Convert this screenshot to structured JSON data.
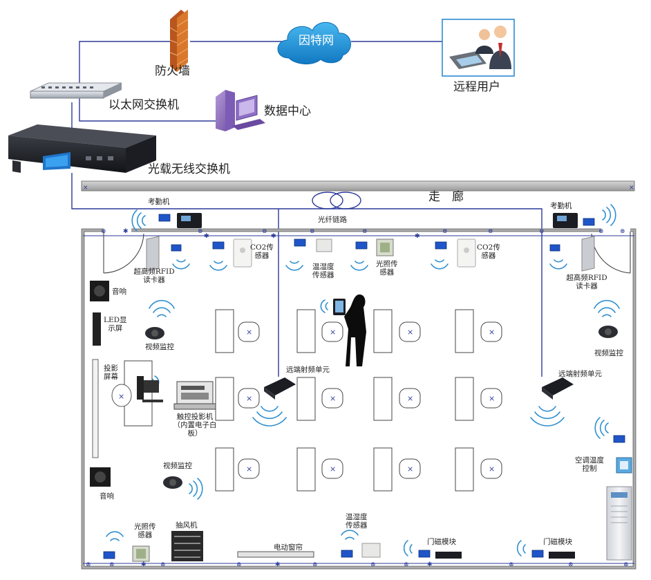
{
  "network": {
    "firewall": "防火墙",
    "internet": "因特网",
    "remote_users": "远程用户",
    "ethernet_switch": "以太网交换机",
    "data_center": "数据中心",
    "optical_wireless_switch": "光载无线交换机",
    "corridor": "走　廊",
    "fiber_link": "光纤链路"
  },
  "room": {
    "attendance_left": "考勤机",
    "attendance_right": "考勤机",
    "rfid_left": "超高频RFID\n读卡器",
    "rfid_right": "超高频RFID\n读卡器",
    "co2_left": "CO2传\n感器",
    "co2_right": "CO2传\n感器",
    "temp_humidity_top": "温湿度\n传感器",
    "light_top": "光照传\n感器",
    "speaker_top": "音响",
    "speaker_bottom": "音响",
    "led_screen": "LED显\n示屏",
    "cctv_left_top": "视频监控",
    "cctv_right": "视频监控",
    "cctv_left_bottom": "视频监控",
    "projection_screen": "投影\n屏幕",
    "touch_projector": "触控投影机\n（内置电子白\n板）",
    "remote_rf_unit_left": "远端射频单元",
    "remote_rf_unit_right": "远端射频单元",
    "ac_control": "空调温度\n控制",
    "light_bottom": "光照传\n感器",
    "exhaust_fan": "抽风机",
    "curtain": "电动窗帘",
    "temp_humidity_bottom": "温湿度\n传感器",
    "door_left": "门磁模块",
    "door_right": "门磁模块"
  },
  "colors": {
    "link_line": "#2b3a99",
    "wall": "#8a8a8a",
    "module_blue": "#1f55c8",
    "cloud": "#1e9bd7",
    "wave": "#2f8fd0"
  }
}
